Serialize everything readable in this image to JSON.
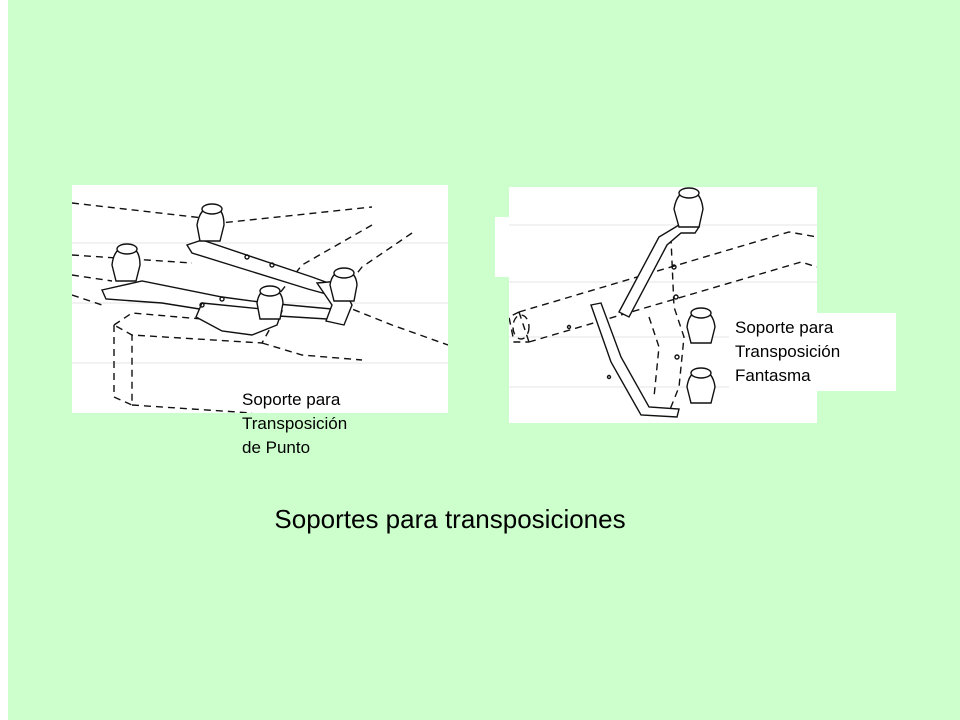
{
  "caption_left": {
    "line1": "Soporte para",
    "line2": "Transposición",
    "line3": "de Punto"
  },
  "caption_right": {
    "line1": "Soporte para",
    "line2": "Transposición",
    "line3": "Fantasma"
  },
  "title": "Soportes para transposiciones",
  "colors": {
    "slide_background": "#ccffcc",
    "figure_background": "#ffffff",
    "ink": "#111111"
  }
}
